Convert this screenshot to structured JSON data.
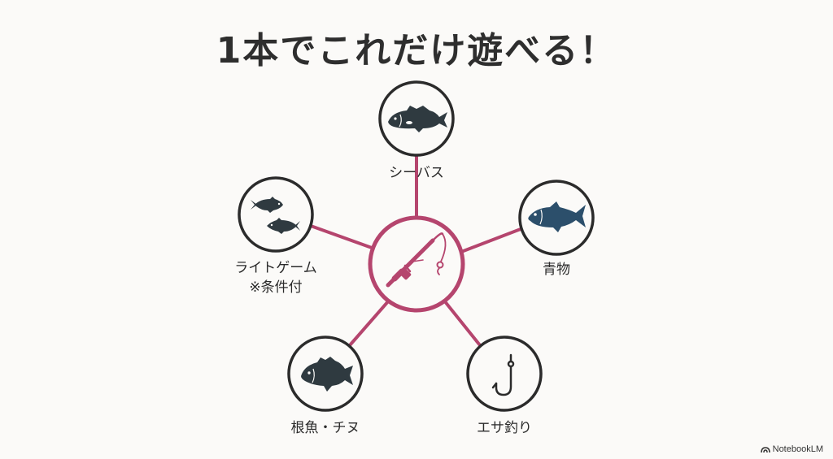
{
  "title": "1本でこれだけ遊べる！",
  "colors": {
    "accent": "#b5456e",
    "stroke": "#2b2b2b",
    "fish_dark": "#2f3a40",
    "fish_blue": "#2c4f6b",
    "background": "#fbfaf8"
  },
  "center": {
    "icon": "fishing-rod-icon",
    "label": ""
  },
  "nodes": [
    {
      "id": "seabass",
      "label": "シーバス",
      "icon": "seabass-icon"
    },
    {
      "id": "aomono",
      "label": "青物",
      "icon": "yellowtail-icon"
    },
    {
      "id": "light-game",
      "label": "ライトゲーム",
      "sublabel": "※条件付",
      "icon": "small-fish-pair-icon"
    },
    {
      "id": "negyo",
      "label": "根魚・チヌ",
      "icon": "rockfish-icon"
    },
    {
      "id": "esa",
      "label": "エサ釣り",
      "icon": "hook-icon"
    }
  ],
  "branding": {
    "label": "NotebookLM"
  }
}
